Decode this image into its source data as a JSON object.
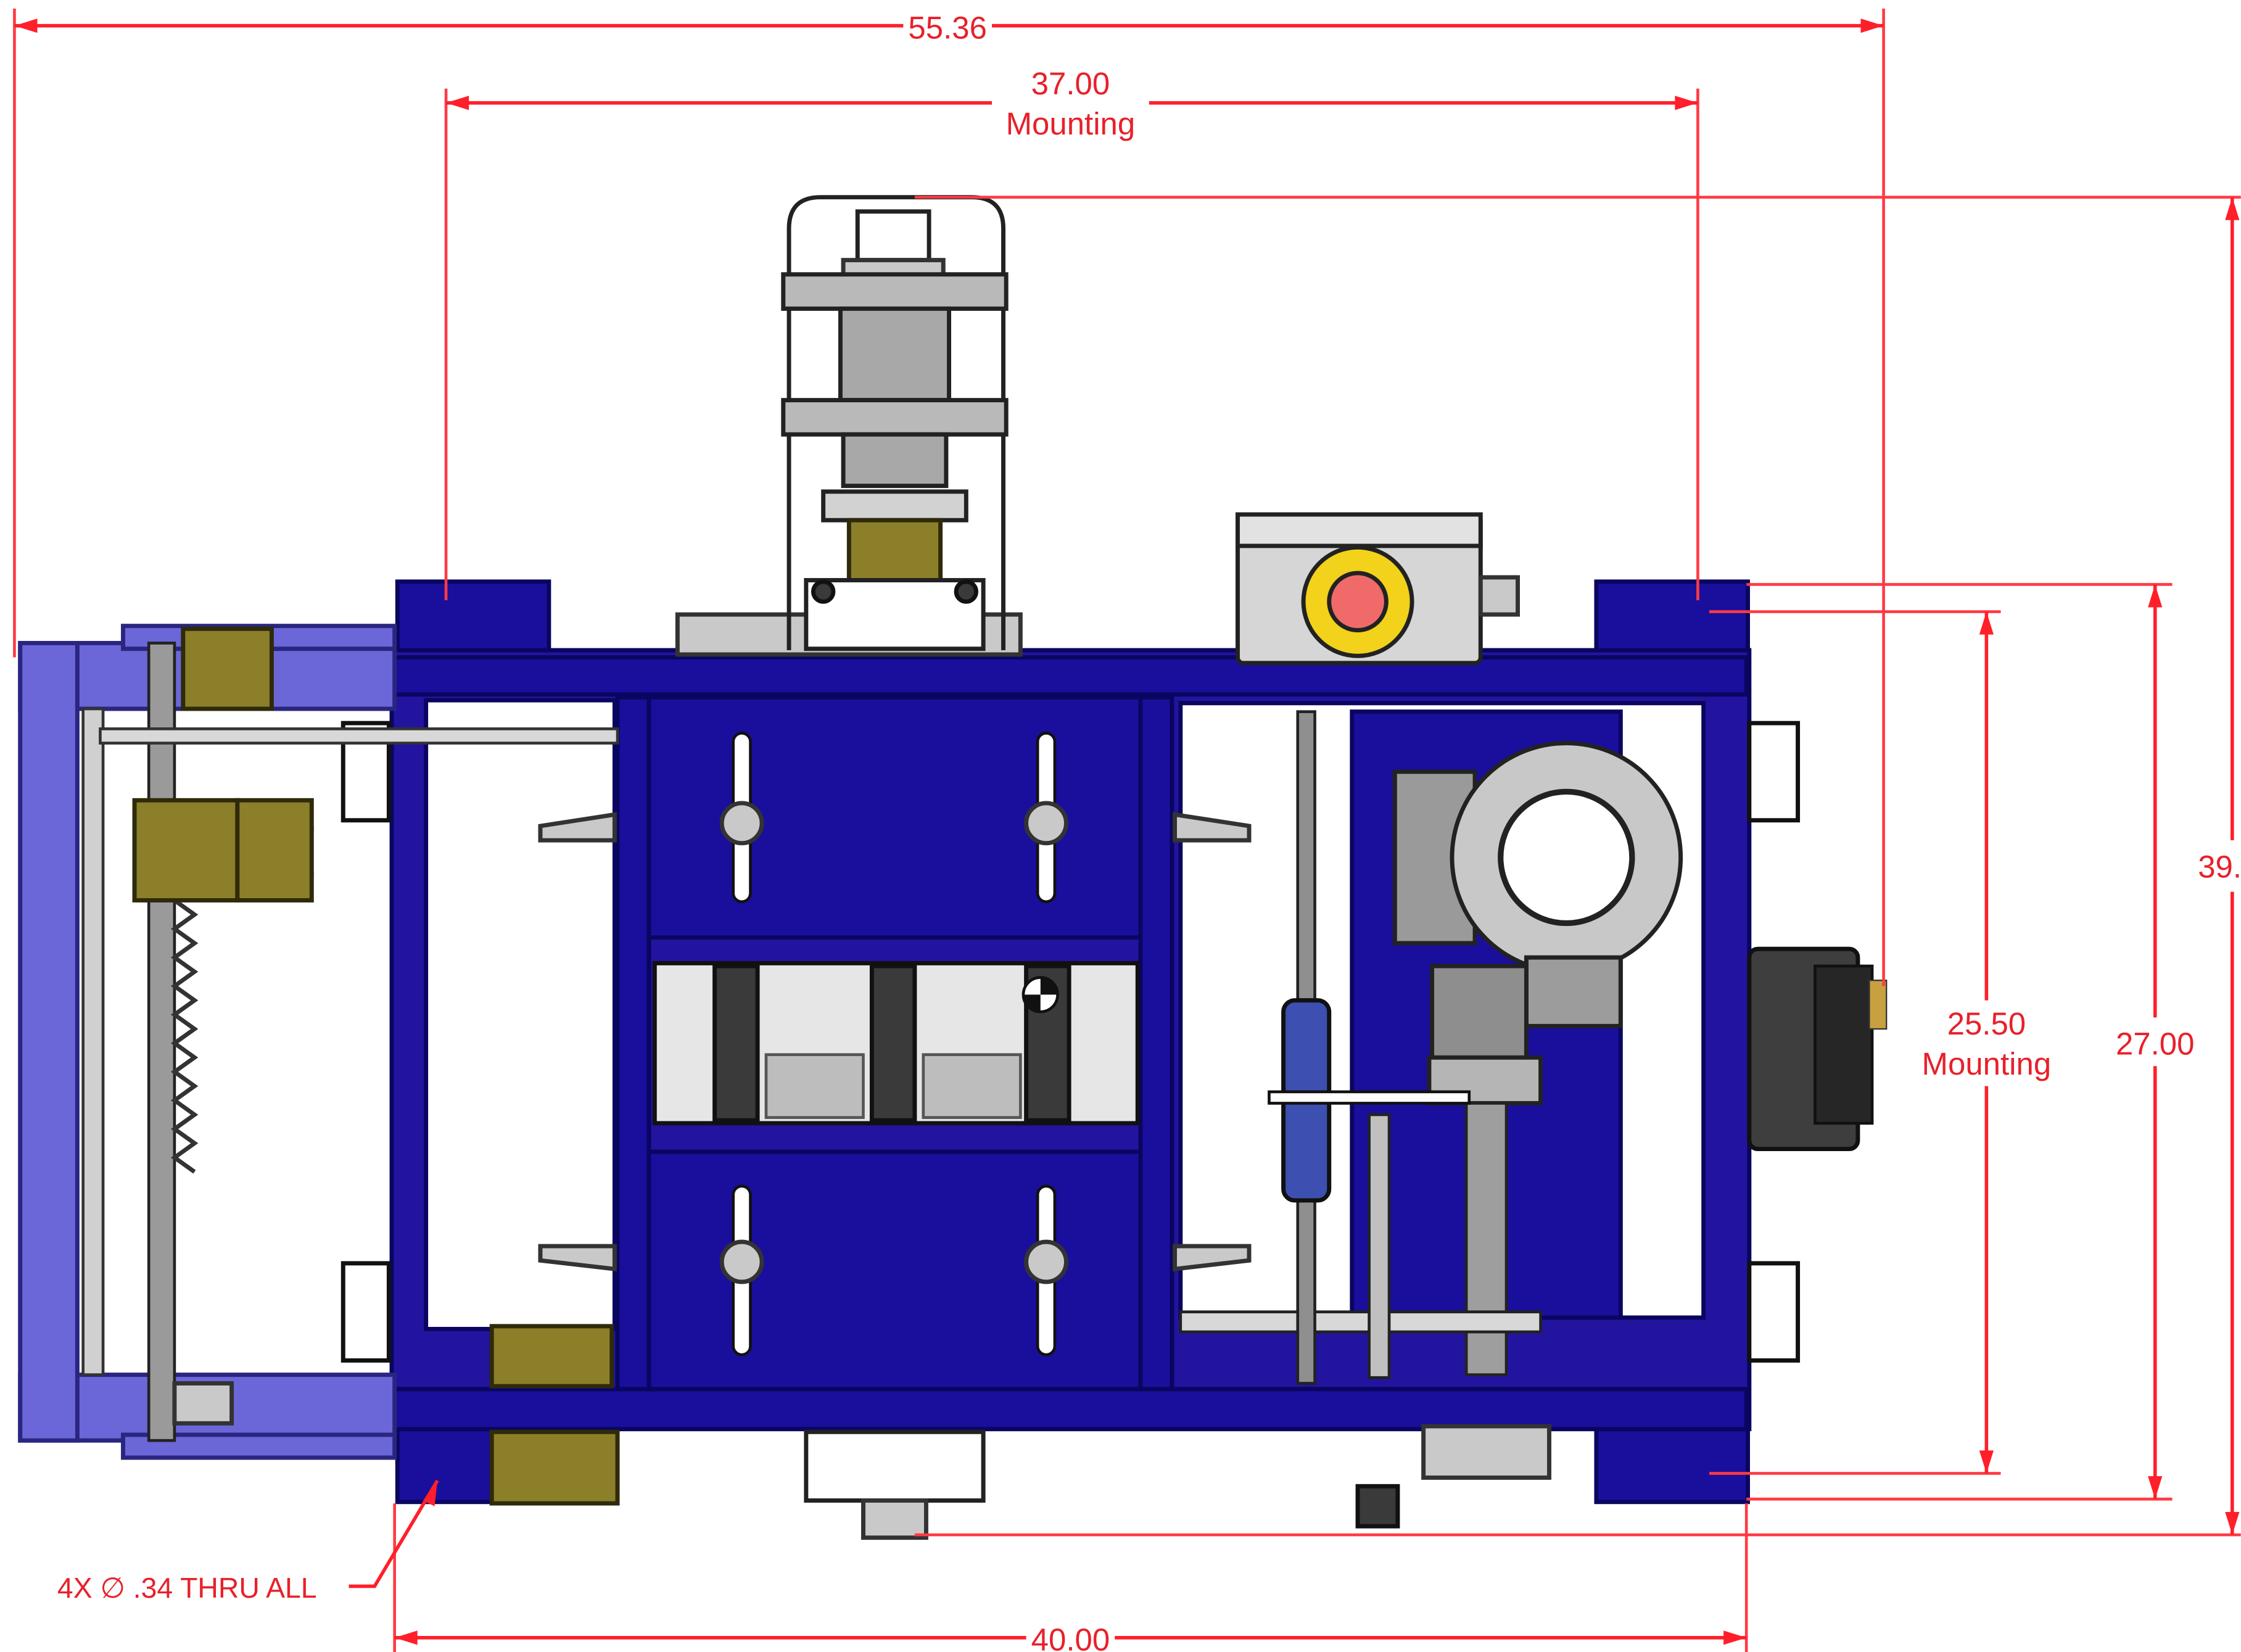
{
  "dimensions": {
    "overall_width": "55.36",
    "mounting_width": "37.00",
    "mounting_width_label": "Mounting",
    "overall_height": "39.",
    "mounting_height": "25.50",
    "mounting_height_label": "Mounting",
    "frame_height": "27.00",
    "base_width": "40.00",
    "hole_note": "4X  ∅  .34 THRU ALL"
  },
  "colors": {
    "dimension": "#ff1f2a",
    "frame_blue": "#1a0f9c",
    "feed_blue": "#6b67d8",
    "button_yellow": "#f2d21a",
    "button_red": "#f06a6a"
  }
}
